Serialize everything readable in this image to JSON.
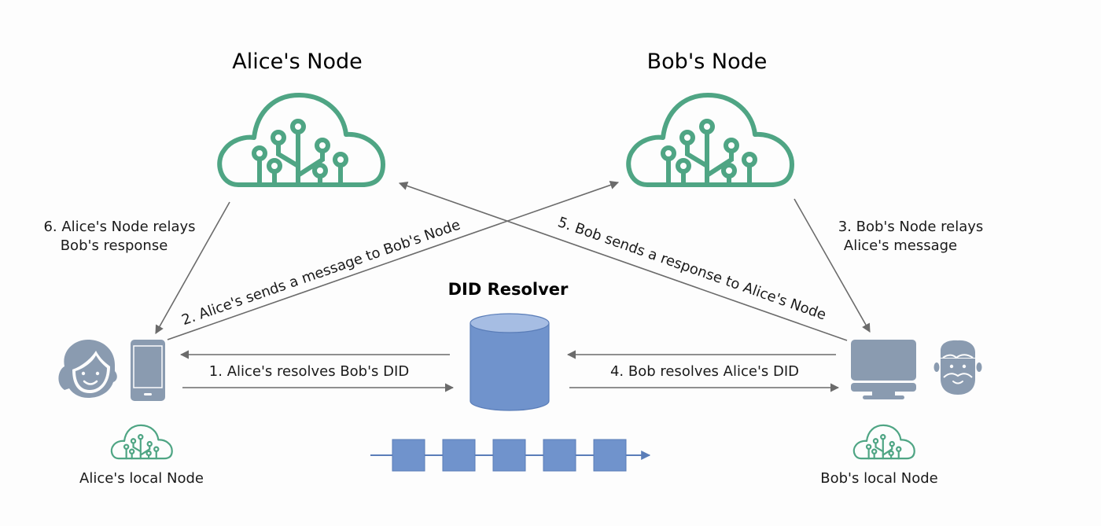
{
  "nodes": {
    "alice_node": {
      "title": "Alice's Node"
    },
    "bob_node": {
      "title": "Bob's Node"
    },
    "alice_local": {
      "label": "Alice's local Node"
    },
    "bob_local": {
      "label": "Bob's local Node"
    },
    "resolver": {
      "title": "DID Resolver"
    }
  },
  "steps": {
    "s1": "1. Alice's resolves Bob's DID",
    "s2": "2. Alice's sends a message to Bob's Node",
    "s3_line1": "3. Bob's Node relays",
    "s3_line2": "Alice's message",
    "s4": "4. Bob resolves Alice's DID",
    "s5": "5. Bob sends a response to Alice's Node",
    "s6_line1": "6. Alice's Node relays",
    "s6_line2": "Bob's response"
  },
  "icons": {
    "alice_avatar": "woman-avatar-icon",
    "alice_device": "smartphone-icon",
    "bob_avatar": "bearded-man-avatar-icon",
    "bob_device": "desktop-monitor-icon",
    "cloud": "cloud-tree-network-icon",
    "resolver": "database-cylinder-icon",
    "blockchain": "blockchain-blocks-icon"
  },
  "colors": {
    "cloud_green": "#4fa584",
    "device_gray": "#8a9bb0",
    "db_blue": "#7093cc",
    "db_top": "#a6bde3",
    "arrow_gray": "#6b6b6b"
  },
  "blockchain": {
    "block_count": 5
  }
}
